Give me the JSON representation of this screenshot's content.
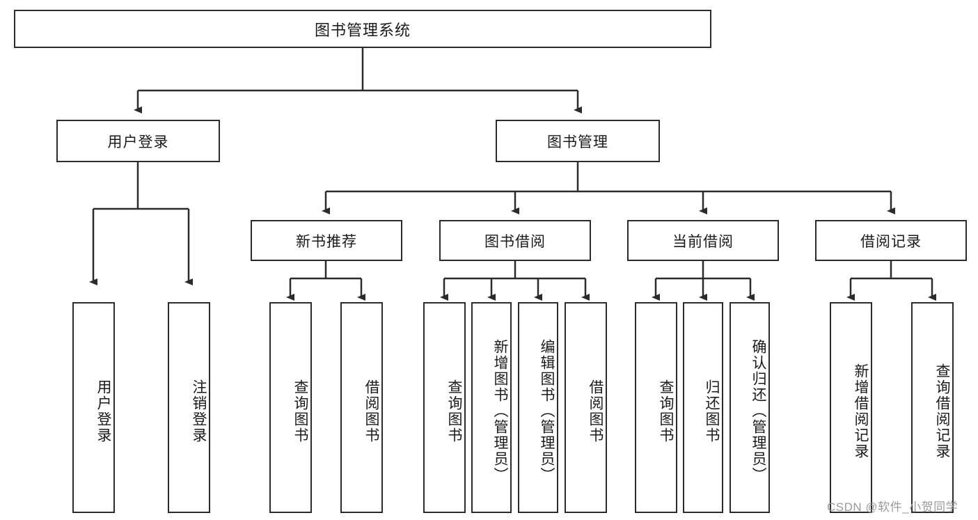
{
  "diagram": {
    "type": "tree",
    "title": "图书管理系统",
    "root": {
      "label": "图书管理系统"
    },
    "level2": [
      {
        "label": "用户登录"
      },
      {
        "label": "图书管理"
      }
    ],
    "level3": [
      {
        "label": "新书推荐"
      },
      {
        "label": "图书借阅"
      },
      {
        "label": "当前借阅"
      },
      {
        "label": "借阅记录"
      }
    ],
    "leaves": {
      "user_login": [
        {
          "label": "用户登录"
        },
        {
          "label": "注销登录"
        }
      ],
      "new_book": [
        {
          "label": "查询图书"
        },
        {
          "label": "借阅图书"
        }
      ],
      "book_borrow": [
        {
          "label": "查询图书"
        },
        {
          "label": "新增图书（管理员）"
        },
        {
          "label": "编辑图书（管理员）"
        },
        {
          "label": "借阅图书"
        }
      ],
      "current_borrow": [
        {
          "label": "查询图书"
        },
        {
          "label": "归还图书"
        },
        {
          "label": "确认归还（管理员）"
        }
      ],
      "borrow_record": [
        {
          "label": "新增借阅记录"
        },
        {
          "label": "查询借阅记录"
        }
      ]
    },
    "colors": {
      "stroke": "#2b2b2b",
      "fill": "#ffffff",
      "text": "#1a1a1a",
      "watermark": "#9a9a9a"
    }
  },
  "watermark": {
    "text": "CSDN @软件_小贺同学"
  }
}
